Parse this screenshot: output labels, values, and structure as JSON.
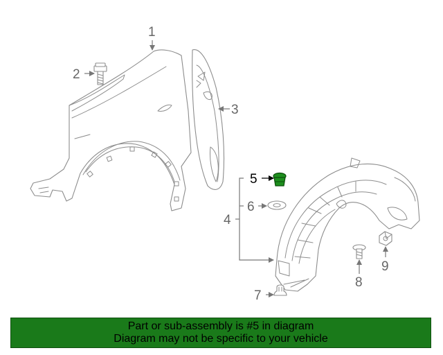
{
  "diagram": {
    "callouts": {
      "c1": "1",
      "c2": "2",
      "c3": "3",
      "c4": "4",
      "c5": "5",
      "c6": "6",
      "c7": "7",
      "c8": "8",
      "c9": "9"
    },
    "highlighted_part": "5",
    "highlight_color": "#1e8f1e"
  },
  "banner": {
    "line1": "Part or sub-assembly is #5 in diagram",
    "line2": "Diagram may not be specific to your vehicle",
    "background": "#1a7a1a"
  }
}
